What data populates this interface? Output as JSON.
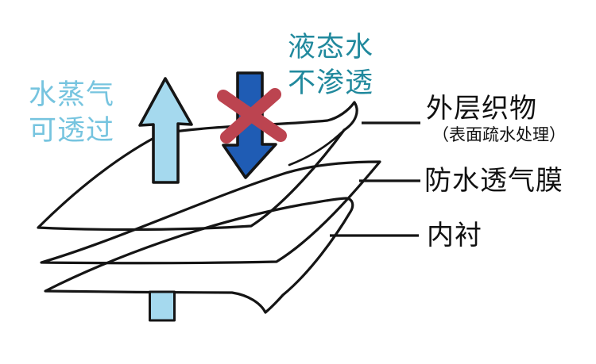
{
  "figure": {
    "annotations": {
      "vapor": {
        "lines": [
          "水蒸气",
          "可透过"
        ]
      },
      "liquid": {
        "lines": [
          "液态水",
          "不渗透"
        ]
      }
    },
    "layers": [
      {
        "id": "outer-fabric",
        "label": "外层织物",
        "sublabel": "（表面疏水处理）"
      },
      {
        "id": "membrane",
        "label": "防水透气膜"
      },
      {
        "id": "liner",
        "label": "内衬"
      }
    ]
  },
  "icons": {
    "vapor_arrow": "up-arrow",
    "liquid_arrow": "down-arrow",
    "blocked": "cross-x"
  },
  "colors": {
    "background": "#ffffff",
    "outline": "#151515",
    "layer-outer": "#d8beb1",
    "layer-membrane": "#f99e6b",
    "layer-liner": "#8a7c6e",
    "vapor-arrow": "#a5d9ee",
    "liquid-arrow": "#1f5cb4",
    "cross": "#bc4450",
    "vapor-text": "#76c4df",
    "liquid-text": "#21899d",
    "label-text": "#111111"
  }
}
